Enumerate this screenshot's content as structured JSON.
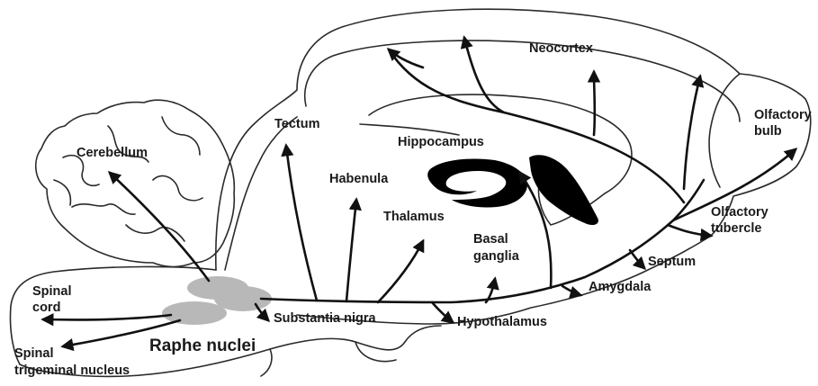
{
  "labels": {
    "raphe_nuclei": "Raphe nuclei",
    "neocortex": "Neocortex",
    "olfactory_bulb_1": "Olfactory",
    "olfactory_bulb_2": "bulb",
    "hippocampus": "Hippocampus",
    "tectum": "Tectum",
    "cerebellum": "Cerebellum",
    "habenula": "Habenula",
    "thalamus": "Thalamus",
    "basal_ganglia_1": "Basal",
    "basal_ganglia_2": "ganglia",
    "olfactory_tubercle_1": "Olfactory",
    "olfactory_tubercle_2": "tubercle",
    "septum": "Septum",
    "amygdala": "Amygdala",
    "hypothalamus": "Hypothalamus",
    "substantia_nigra": "Substantia nigra",
    "spinal_cord_1": "Spinal",
    "spinal_cord_2": "cord",
    "spinal_trigeminal_1": "Spinal",
    "spinal_trigeminal_2": "trigeminal nucleus"
  },
  "colors": {
    "outline": "#2a2a2a",
    "fiber": "#111111",
    "raphe_fill": "#b8b8b8",
    "hippocampus_fill": "#000000",
    "background": "#ffffff"
  }
}
